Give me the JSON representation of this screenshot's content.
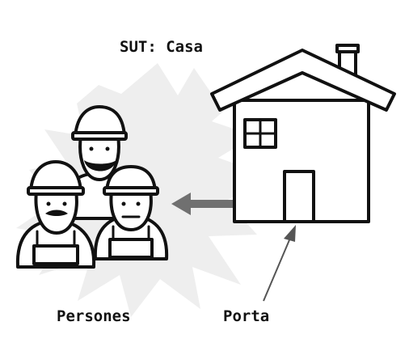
{
  "title": "SUT: Casa",
  "labels": {
    "persones": "Persones",
    "porta": "Porta"
  },
  "icons": [
    "burst-background",
    "worker-icon",
    "house-icon",
    "double-arrow-icon",
    "pointer-arrow"
  ],
  "colors": {
    "burst": "#eeeeee",
    "arrow": "#707070",
    "stroke": "#111111"
  }
}
